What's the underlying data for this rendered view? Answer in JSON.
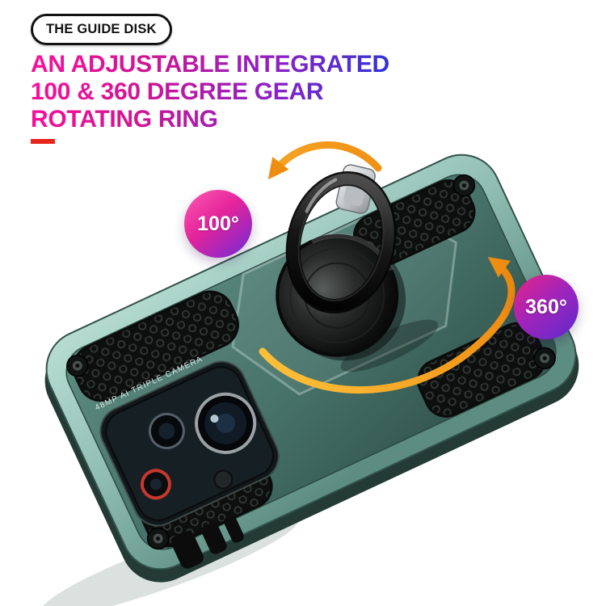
{
  "meta": {
    "background": "#ffffff"
  },
  "badge_pill": {
    "label": "THE GUIDE DISK"
  },
  "headline": {
    "line1": "AN ADJUSTABLE INTEGRATED",
    "line2": "100 & 360 DEGREE GEAR",
    "line3": "ROTATING RING",
    "gradient_start": "#fb0f9b",
    "gradient_mid": "#8a22c6",
    "gradient_end": "#2b35d6"
  },
  "accent_dash": {
    "color": "#e8251c"
  },
  "product": {
    "camera_label": "48MP AI TRIPLE CAMERA",
    "case_edge_color": "#8fbdb2",
    "case_face_color": "#47736a",
    "corner_texture_color": "#101211",
    "ring_color": "#0b0b0b",
    "lens_ring_red": "#c8372d"
  },
  "callouts": {
    "arrow_color": "#f59d1b",
    "badge_100": {
      "label": "100°",
      "gradient_start": "#ff5bb0",
      "gradient_end": "#6c2bd9"
    },
    "badge_360": {
      "label": "360°",
      "gradient_start": "#e82387",
      "gradient_end": "#5a2ad0"
    }
  }
}
